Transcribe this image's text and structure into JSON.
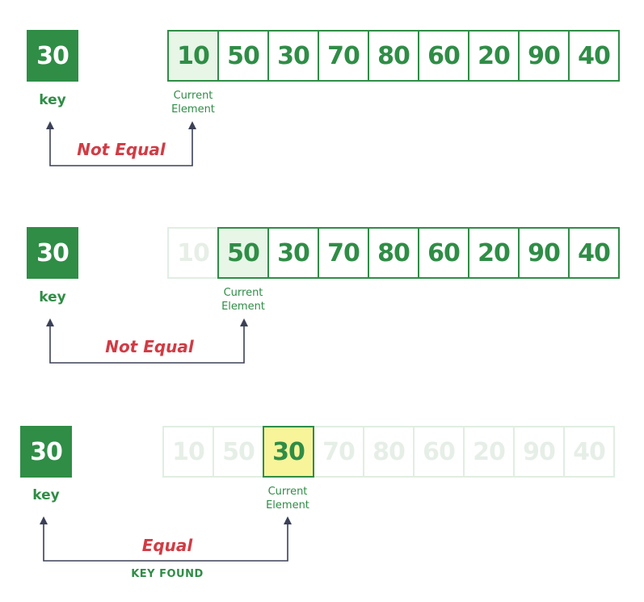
{
  "array_values": [
    "10",
    "50",
    "30",
    "70",
    "80",
    "60",
    "20",
    "90",
    "40"
  ],
  "key_value": "30",
  "key_label": "key",
  "current_label_line1": "Current",
  "current_label_line2": "Element",
  "steps": [
    {
      "compare_result": "Not Equal",
      "current_index": 0
    },
    {
      "compare_result": "Not Equal",
      "current_index": 1
    },
    {
      "compare_result": "Equal",
      "current_index": 2,
      "footer": "KEY FOUND"
    }
  ],
  "colors": {
    "green": "#2f8d46",
    "light_green_fill": "#e7f6e7",
    "found_fill": "#f7f49a",
    "red_text": "#d23b44",
    "arrow": "#3b4157"
  }
}
